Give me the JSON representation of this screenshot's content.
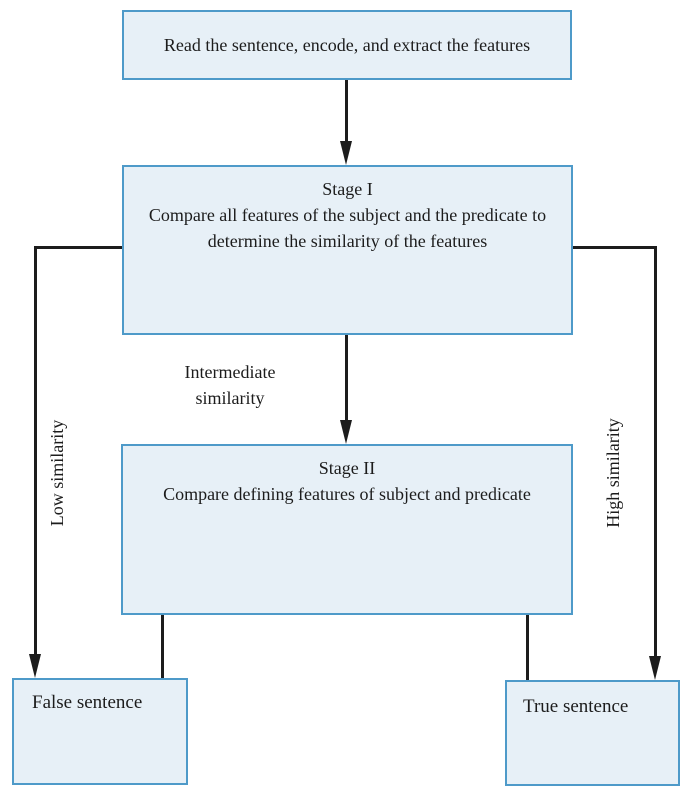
{
  "flowchart": {
    "nodes": {
      "read": {
        "text": "Read the sentence, encode, and extract the features"
      },
      "stage1": {
        "title": "Stage I",
        "body": "Compare all features of the subject and the predicate to determine the similarity of the features"
      },
      "stage2": {
        "title": "Stage II",
        "body": "Compare defining features of subject and predicate"
      },
      "false_sentence": {
        "text": "False sentence"
      },
      "true_sentence": {
        "text": "True sentence"
      }
    },
    "edge_labels": {
      "intermediate": "Intermediate similarity",
      "low": "Low similarity",
      "high": "High similarity"
    },
    "colors": {
      "box_fill": "#e7f0f7",
      "box_border": "#4e9ac9",
      "connector": "#1c1c1c"
    }
  }
}
